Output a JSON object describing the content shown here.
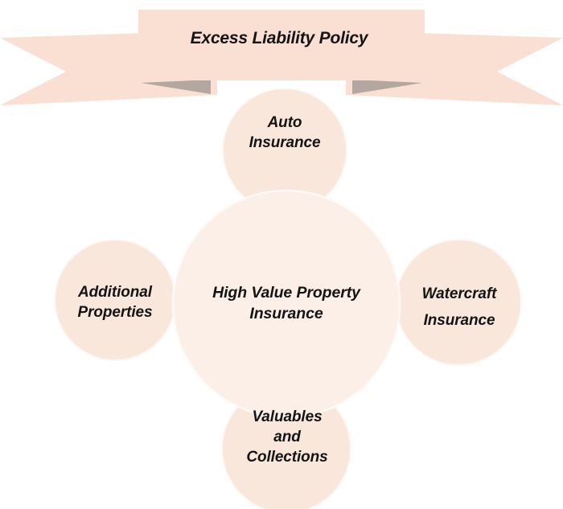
{
  "diagram": {
    "banner": {
      "title": "Excess Liability Policy"
    },
    "center": {
      "label": "High Value Property\nInsurance"
    },
    "satellites": [
      {
        "position": "top",
        "label": "Auto\nInsurance"
      },
      {
        "position": "left",
        "label": "Additional\nProperties"
      },
      {
        "position": "right",
        "label": "Watercraft\nInsurance"
      },
      {
        "position": "bottom",
        "label": "Valuables\nand\nCollections"
      }
    ],
    "colors": {
      "banner_fill": "#FADFD3",
      "banner_fold_shadow": "#B3A79F",
      "center_circle_fill": "#FBEFE7",
      "satellite_fill": "#FAE7DC",
      "circle_stroke": "#FDF7F3",
      "text": "#141414",
      "background": "#FFFFFF"
    }
  }
}
